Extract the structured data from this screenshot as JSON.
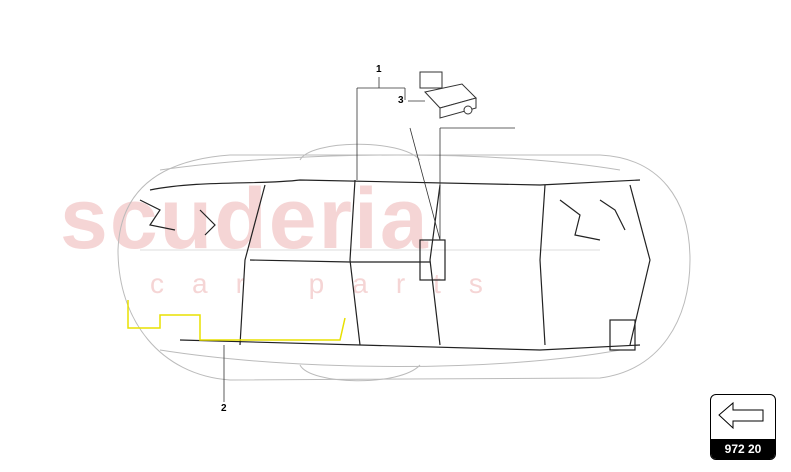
{
  "watermark": {
    "line1": "scuderia",
    "line2": "car parts"
  },
  "callouts": [
    {
      "number": "1"
    },
    {
      "number": "2"
    },
    {
      "number": "3"
    }
  ],
  "navigation": {
    "icon": "arrow-left-icon",
    "code": "972 20"
  },
  "colors": {
    "highlight_wire": "#e8e000",
    "watermark": "#f2c4c4"
  }
}
